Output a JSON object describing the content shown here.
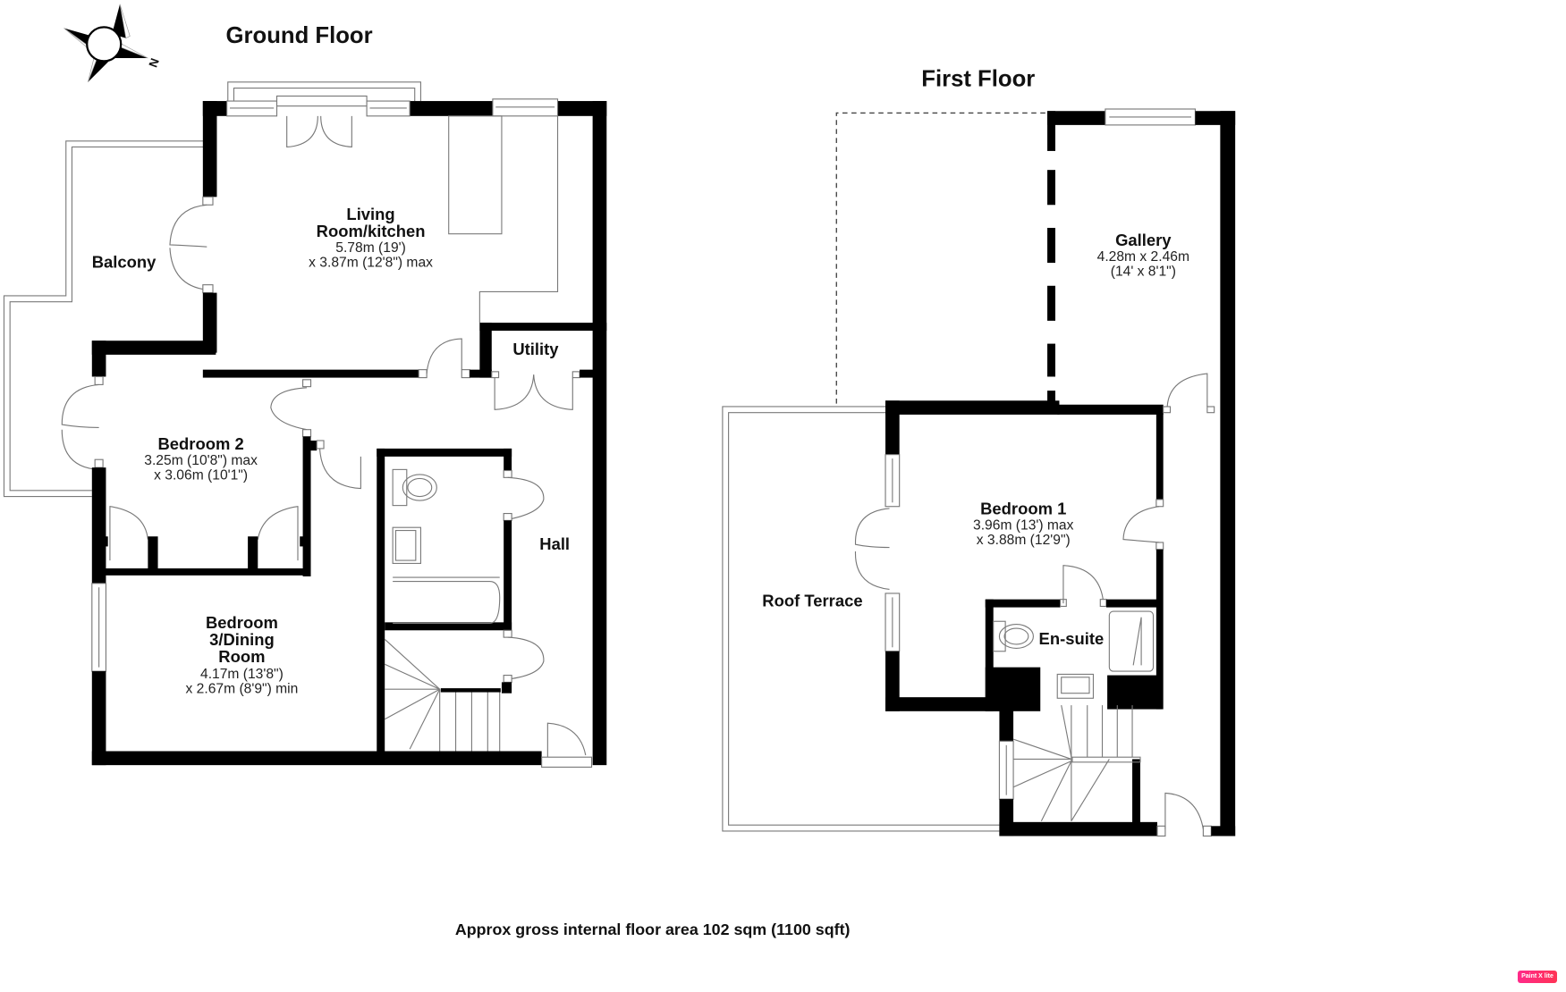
{
  "ground_floor": {
    "title": "Ground Floor",
    "compass_label": "N",
    "rooms": {
      "living": {
        "name_line1": "Living",
        "name_line2": "Room/kitchen",
        "dim1": "5.78m (19')",
        "dim2": "x 3.87m (12'8\") max"
      },
      "balcony": {
        "name": "Balcony"
      },
      "utility": {
        "name": "Utility"
      },
      "bedroom2": {
        "name": "Bedroom 2",
        "dim1": "3.25m (10'8\") max",
        "dim2": "x 3.06m (10'1\")"
      },
      "hall": {
        "name": "Hall"
      },
      "bedroom3": {
        "name_line1": "Bedroom",
        "name_line2": "3/Dining",
        "name_line3": "Room",
        "dim1": "4.17m (13'8\")",
        "dim2": "x 2.67m (8'9\") min"
      }
    }
  },
  "first_floor": {
    "title": "First Floor",
    "rooms": {
      "gallery": {
        "name": "Gallery",
        "dim1": "4.28m x 2.46m",
        "dim2": "(14' x 8'1\")"
      },
      "bedroom1": {
        "name": "Bedroom 1",
        "dim1": "3.96m (13') max",
        "dim2": "x 3.88m (12'9\")"
      },
      "roof_terrace": {
        "name": "Roof Terrace"
      },
      "ensuite": {
        "name": "En-suite"
      }
    }
  },
  "footer": {
    "area_text": "Approx gross internal floor area 102 sqm (1100 sqft)"
  },
  "badge": {
    "label": "Paint X lite"
  },
  "colors": {
    "wall": "#000000",
    "fixture_line": "#777777",
    "badge": "#ff2a8a"
  }
}
